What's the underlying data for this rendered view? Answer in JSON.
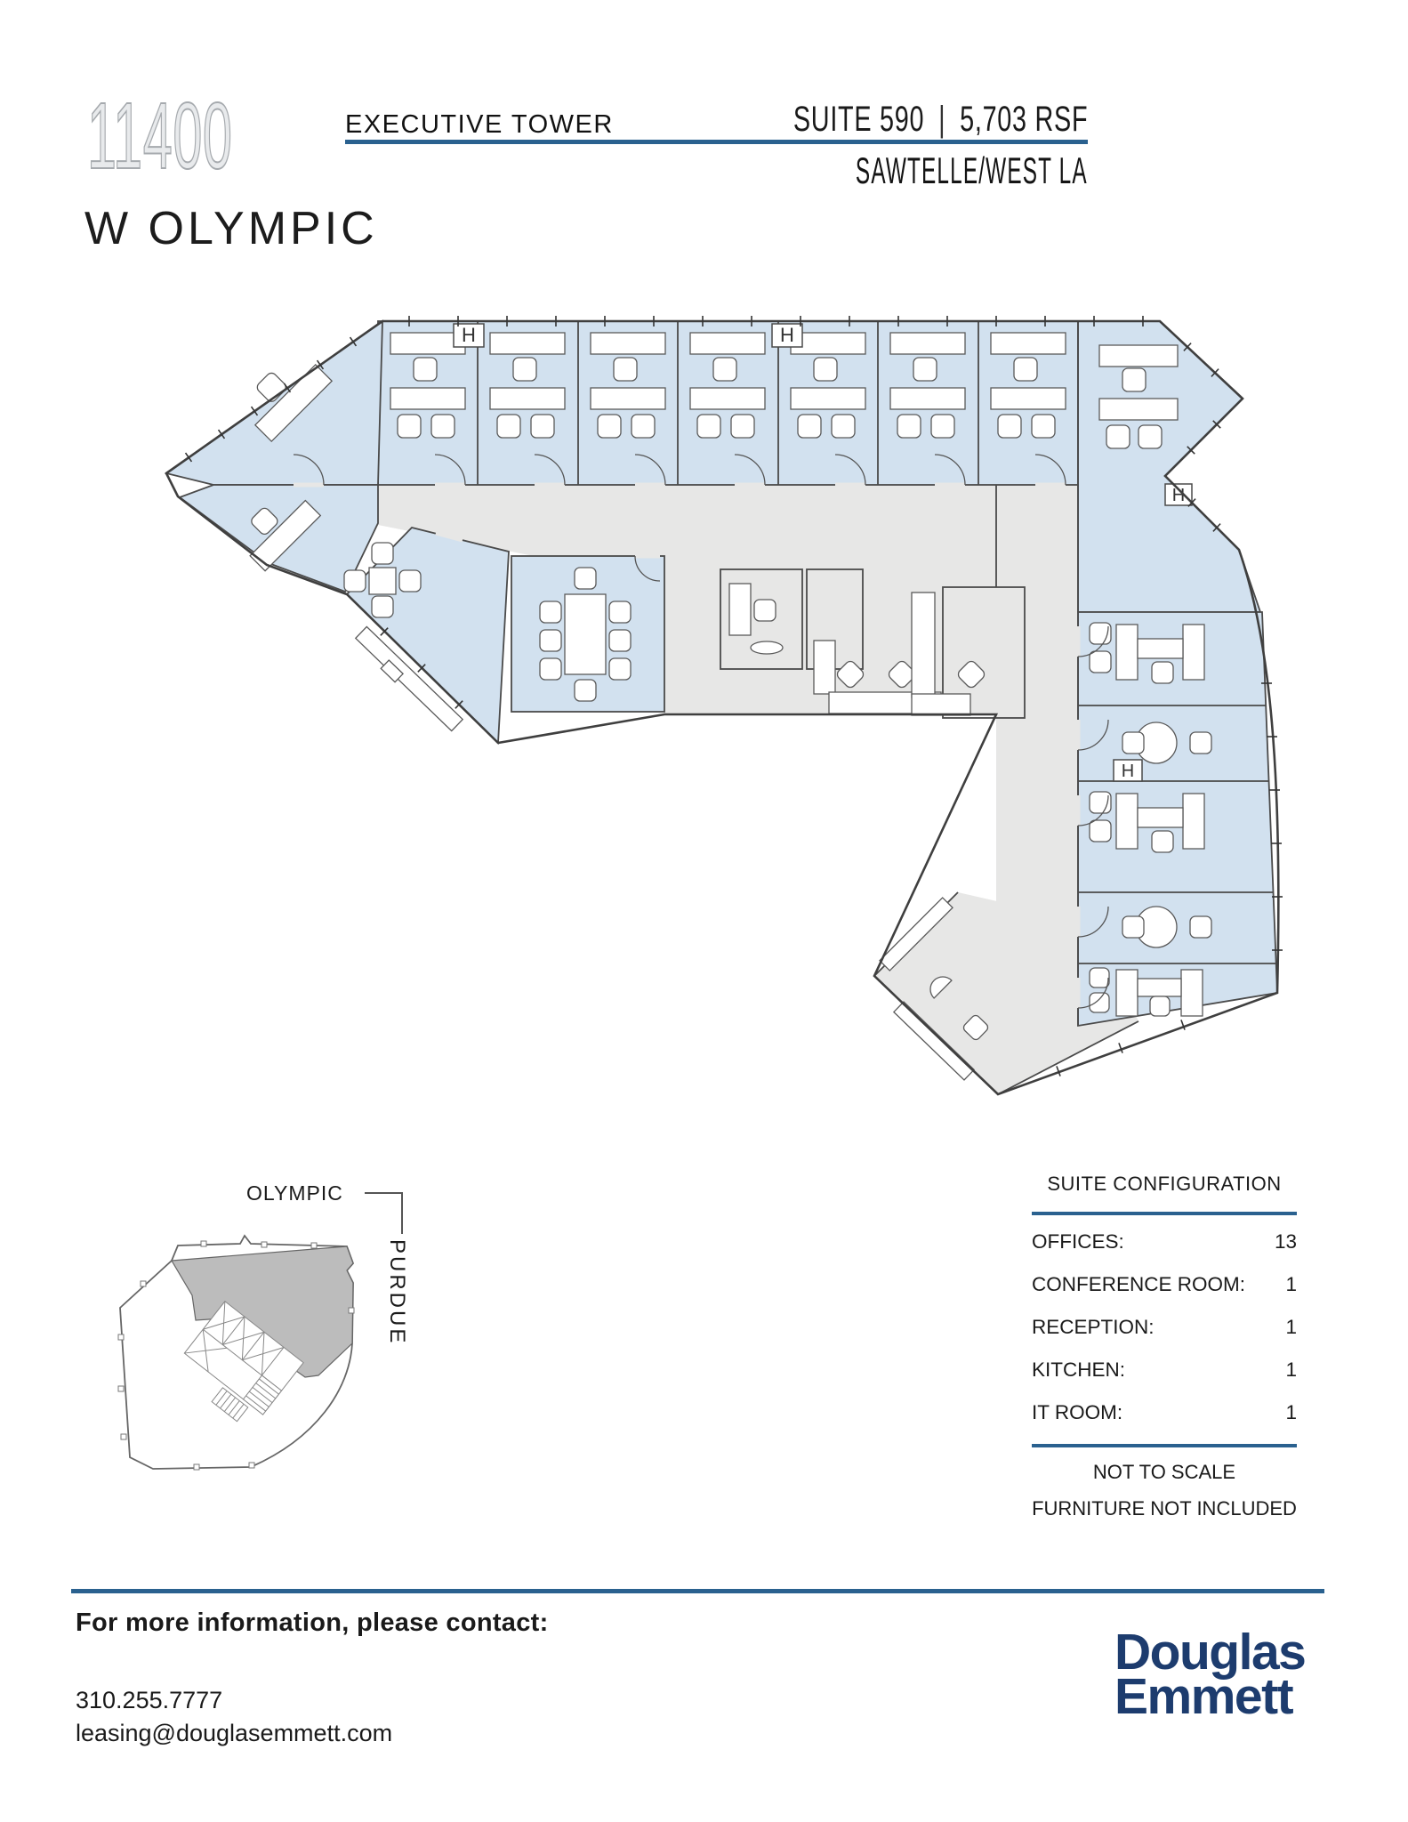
{
  "header": {
    "building_number": "11400",
    "street": "W OLYMPIC",
    "building_name": "EXECUTIVE TOWER",
    "suite_label": "SUITE 590",
    "divider": "|",
    "area_label": "5,703 RSF",
    "submarket": "SAWTELLE/WEST LA"
  },
  "plan": {
    "column_symbol": "H"
  },
  "key_plan": {
    "street_top": "OLYMPIC",
    "street_side": "PURDUE"
  },
  "suite_configuration": {
    "title": "SUITE CONFIGURATION",
    "rows": [
      {
        "label": "OFFICES:",
        "value": "13"
      },
      {
        "label": "CONFERENCE ROOM:",
        "value": "1"
      },
      {
        "label": "RECEPTION:",
        "value": "1"
      },
      {
        "label": "KITCHEN:",
        "value": "1"
      },
      {
        "label": "IT ROOM:",
        "value": "1"
      }
    ],
    "note_scale": "NOT TO SCALE",
    "note_furniture": "FURNITURE NOT INCLUDED"
  },
  "footer": {
    "heading": "For more information, please contact:",
    "phone": "310.255.7777",
    "email": "leasing@douglasemmett.com",
    "logo_line1": "Douglas",
    "logo_line2": "Emmett"
  },
  "colors": {
    "accent_blue": "#2a618f",
    "logo_navy": "#1d3c6e",
    "room_blue": "#d2e1ef",
    "corridor_gray": "#e7e7e6",
    "key_suite_gray": "#bcbcbc"
  }
}
